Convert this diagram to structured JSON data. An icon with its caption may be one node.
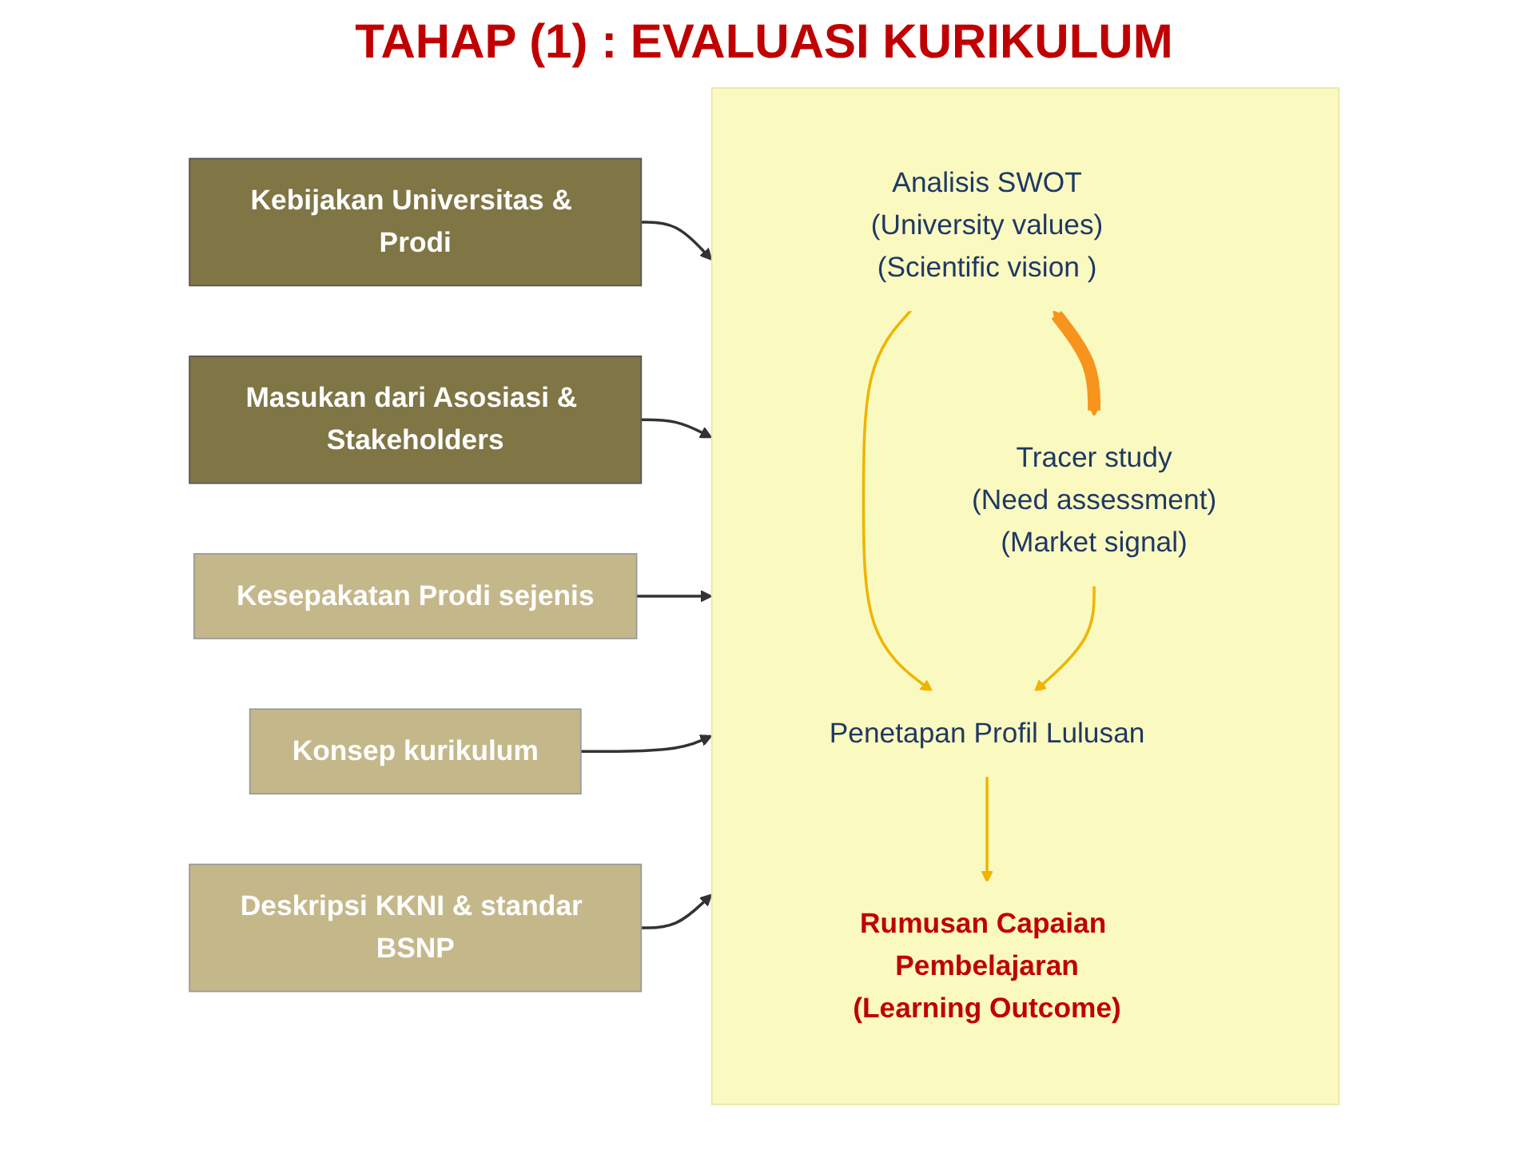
{
  "diagram": {
    "title": "TAHAP (1) : EVALUASI KURIKULUM",
    "nodes": [
      {
        "text": [],
        "shape": "box"
      },
      {
        "text": [
          "Analisis SWOT",
          "(University values)",
          "(Scientific vision )"
        ],
        "in": 0
      },
      {
        "text": [
          "Tracer study",
          "(Need assessment)",
          "(Market signal)"
        ],
        "in": 0
      },
      {
        "text": [
          "Penetapan Profil Lulusan"
        ],
        "in": 0
      },
      {
        "text": [
          "Rumusan Capaian Pembelajaran",
          "(Learning Outcome)"
        ],
        "in": 0
      },
      {
        "text": [
          "Kebijakan Universitas & Prodi"
        ]
      },
      {
        "text": [
          "Masukan dari Asosiasi & Stakeholders"
        ]
      },
      {
        "text": [
          "Kesepakatan Prodi sejenis"
        ]
      },
      {
        "text": [
          "Konsep kurikulum"
        ]
      },
      {
        "text": [
          "Deskripsi KKNI & standar BSNP"
        ]
      }
    ],
    "edges": [
      {
        "from": 1,
        "to": 2,
        "arrow": "both",
        "style": "thick",
        "color": "#f7941d"
      },
      {
        "from": 1,
        "to": 3,
        "arrow": "to",
        "color": "#f0b400"
      },
      {
        "from": 2,
        "to": 3,
        "arrow": "to",
        "color": "#f0b400"
      },
      {
        "from": 3,
        "to": 4,
        "arrow": "to",
        "color": "#f0b400"
      },
      {
        "from": 5,
        "to": 0,
        "arrow": "to"
      },
      {
        "from": 6,
        "to": 0,
        "arrow": "to"
      },
      {
        "from": 7,
        "to": 0,
        "arrow": "to"
      },
      {
        "from": 8,
        "to": 0,
        "arrow": "to"
      },
      {
        "from": 9,
        "to": 0,
        "arrow": "to"
      }
    ]
  }
}
